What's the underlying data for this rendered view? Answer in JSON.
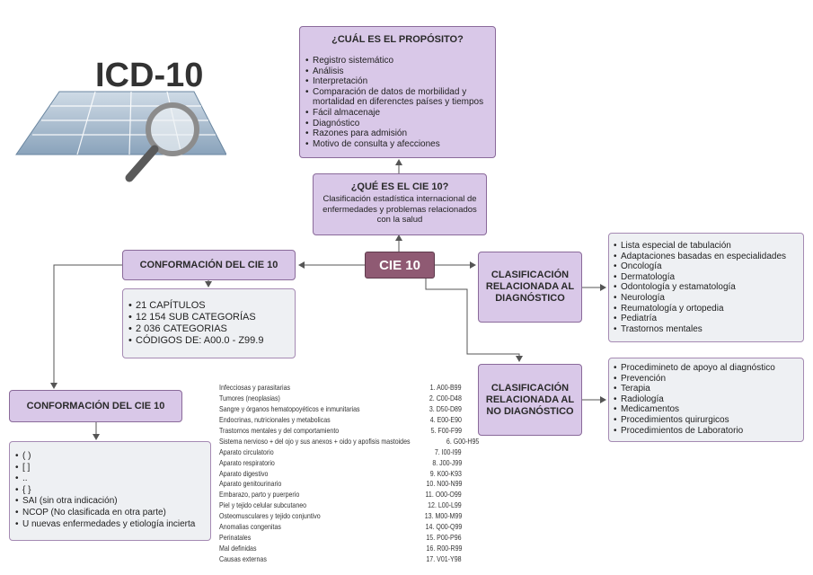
{
  "logo": {
    "text": "ICD-10"
  },
  "central": {
    "label": "CIE 10"
  },
  "purpose": {
    "title": "¿CUÁL ES EL PROPÓSITO?",
    "items": [
      "Registro sistemático",
      "Análisis",
      "Interpretación",
      "Comparación de datos de morbilidad y mortalidad en diferenctes países y tiempos",
      "Fácil almacenaje",
      "Diagnóstico",
      "Razones para admisión",
      "Motivo de consulta y afecciones"
    ]
  },
  "what": {
    "title": "¿QUÉ ES EL CIE 10?",
    "description": "Clasificación estadística internacional de enfermedades y problemas relacionados con la salud"
  },
  "conformacion_top": {
    "title": "CONFORMACIÓN DEL CIE 10",
    "items": [
      "21 CAPÍTULOS",
      "12 154 SUB CATEGORÍAS",
      "2 036 CATEGORIAS",
      "CÓDIGOS DE: A00.0 - Z99.9"
    ]
  },
  "conformacion_bottom": {
    "title": "CONFORMACIÓN DEL CIE 10",
    "items": [
      "( )",
      "[ ]",
      "..",
      "{ }",
      "SAI (sin otra indicación)",
      "NCOP (No clasificada en otra parte)",
      "U nuevas enfermedades y etiología incierta"
    ]
  },
  "diag": {
    "title": "CLASIFICACIÓN RELACIONADA AL DIAGNÓSTICO",
    "items": [
      "Lista especial de tabulación",
      "Adaptaciones basadas en especialidades",
      "Oncología",
      "Dermatología",
      "Odontología y estamatología",
      "Neurología",
      "Reumatología y ortopedia",
      "Pediatría",
      "Trastornos mentales"
    ]
  },
  "nodiag": {
    "title": "CLASIFICACIÓN RELACIONADA AL NO DIAGNÓSTICO",
    "items": [
      "Procedimineto de apoyo al diagnóstico",
      "Prevención",
      "Terapia",
      "Radiología",
      "Medicamentos",
      "Procedimientos quirurgicos",
      "Procedimientos de Laboratorio"
    ]
  },
  "chapters": [
    {
      "name": "Infecciosas y parasitarias",
      "code": "1. A00-B99"
    },
    {
      "name": "Tumores (neoplasias)",
      "code": "2. C00-D48"
    },
    {
      "name": "Sangre y órganos hematopoyéticos e inmunitarias",
      "code": "3. D50-D89"
    },
    {
      "name": "Endocrinas, nutricionales y metabolicas",
      "code": "4. E00-E90"
    },
    {
      "name": "Trastornos mentales y del comportamiento",
      "code": "5. F00-F99"
    },
    {
      "name": "Sistema nervioso + del ojo y sus anexos + oido y apofisis mastoides",
      "code": "6. G00-H95"
    },
    {
      "name": "Aparato circulatorio",
      "code": "7. I00-I99"
    },
    {
      "name": "Aparato respiratorio",
      "code": "8. J00-J99"
    },
    {
      "name": "Aparato digestivo",
      "code": "9. K00-K93"
    },
    {
      "name": "Aparato genitourinario",
      "code": "10. N00-N99"
    },
    {
      "name": "Embarazo, parto y puerperio",
      "code": "11. O00-O99"
    },
    {
      "name": "Piel y tejido celular subcutaneo",
      "code": "12. L00-L99"
    },
    {
      "name": "Osteomusculares y tejido conjuntivo",
      "code": "13. M00-M99"
    },
    {
      "name": "Anomalias congenitas",
      "code": "14. Q00-Q99"
    },
    {
      "name": "Perinatales",
      "code": "15. P00-P96"
    },
    {
      "name": "Mal definidas",
      "code": "16. R00-R99"
    },
    {
      "name": "Causas externas",
      "code": "17. V01-Y98"
    }
  ]
}
